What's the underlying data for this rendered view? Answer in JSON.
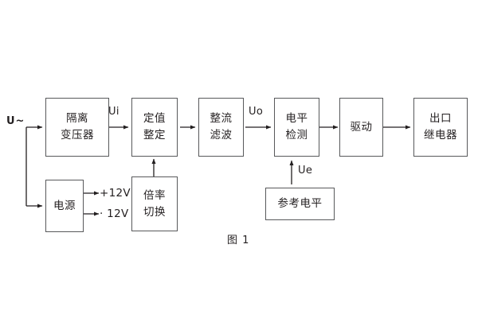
{
  "diagram": {
    "caption": "图 1",
    "source_label": "U~",
    "stroke_color": "#58595b",
    "text_color": "#231f20",
    "background": "#ffffff",
    "blocks": [
      {
        "id": "isolation-transformer",
        "lines": [
          "隔离",
          "变压器"
        ]
      },
      {
        "id": "setting-value",
        "lines": [
          "定值",
          "整定"
        ]
      },
      {
        "id": "rectifier-filter",
        "lines": [
          "整流",
          "滤波"
        ]
      },
      {
        "id": "level-detection",
        "lines": [
          "电平",
          "检测"
        ]
      },
      {
        "id": "drive",
        "lines": [
          "驱动"
        ]
      },
      {
        "id": "output-relay",
        "lines": [
          "出口",
          "继电器"
        ]
      },
      {
        "id": "power-supply",
        "lines": [
          "电源"
        ]
      },
      {
        "id": "multiplier-switch",
        "lines": [
          "倍率",
          "切换"
        ]
      },
      {
        "id": "reference-level",
        "lines": [
          "参考电平"
        ]
      }
    ],
    "signals": [
      {
        "id": "ui",
        "label": "Ui"
      },
      {
        "id": "uo",
        "label": "Uo"
      },
      {
        "id": "ue",
        "label": "Ue"
      }
    ],
    "power_rails": [
      {
        "id": "rail-positive",
        "label": "+12V"
      },
      {
        "id": "rail-negative",
        "label": "· 12V"
      }
    ]
  }
}
